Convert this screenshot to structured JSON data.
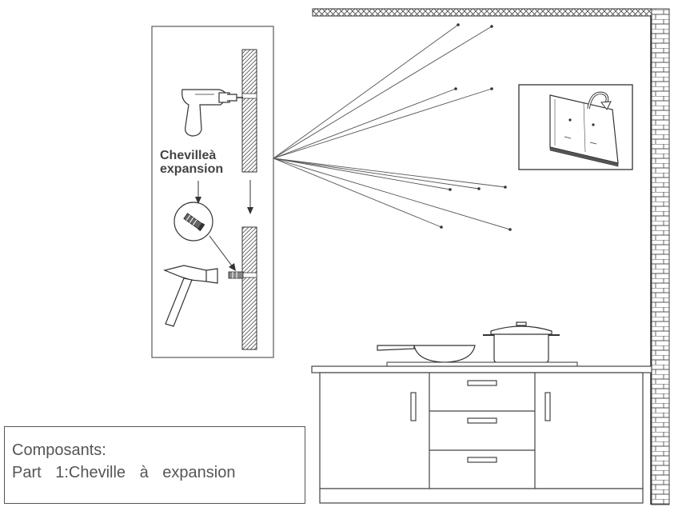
{
  "diagram": {
    "label_line1": "Chevilleà",
    "label_line2": "expansion"
  },
  "components": {
    "title": "Composants:",
    "part_line": "Part  1:Cheville  à  expansion"
  }
}
